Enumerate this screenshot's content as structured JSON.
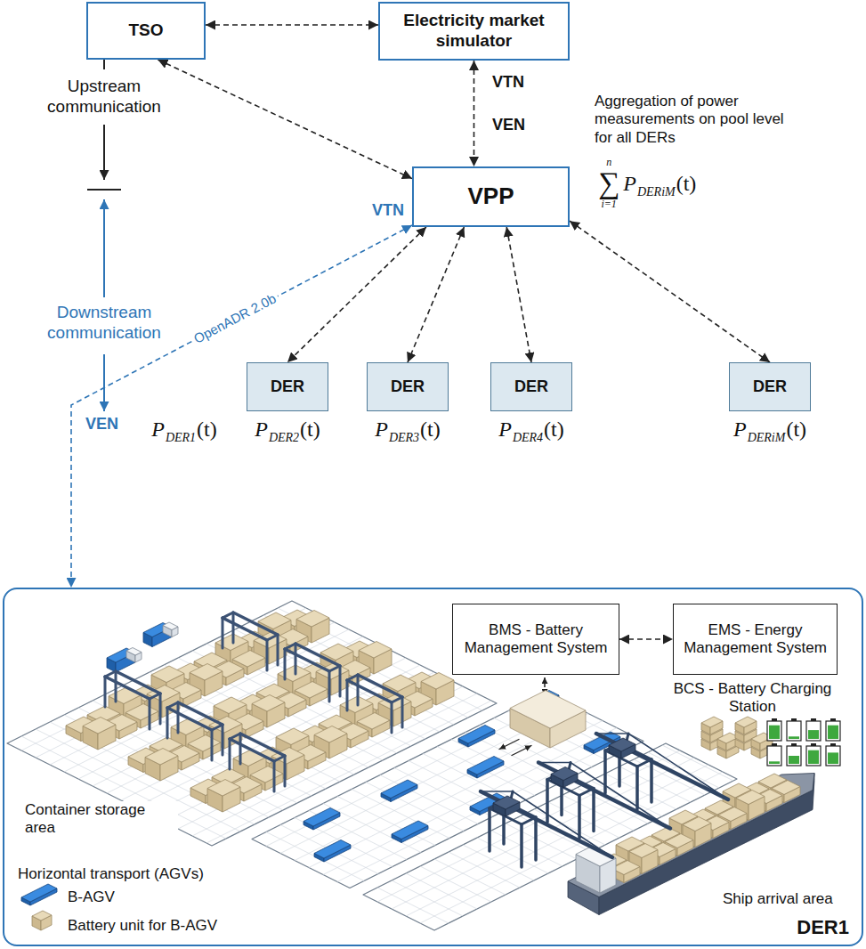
{
  "diagram": {
    "nodes": [
      {
        "text": [
          "TSO"
        ]
      },
      {
        "text": [
          "Electricity market simulator"
        ]
      },
      {
        "text": [
          "VPP"
        ]
      },
      {
        "text": [
          "DER"
        ]
      },
      {
        "text": [
          "DER"
        ]
      },
      {
        "text": [
          "DER"
        ]
      },
      {
        "text": [
          "DER"
        ]
      },
      {
        "text": [
          "DER1"
        ]
      },
      {
        "text": [
          "BMS - Battery Management System"
        ],
        "in": 7
      },
      {
        "text": [
          "EMS - Energy Management System"
        ],
        "in": 7
      }
    ],
    "edges": [
      {
        "from": 0,
        "to": 1,
        "arrow": "both"
      },
      {
        "from": 0,
        "to": 2,
        "arrow": "both"
      },
      {
        "from": 1,
        "to": 2,
        "arrow": "both"
      },
      {
        "from": 2,
        "to": 7,
        "arrow": "both",
        "label": "OpenADR 2.0b"
      },
      {
        "from": 2,
        "to": 3,
        "arrow": "both"
      },
      {
        "from": 2,
        "to": 4,
        "arrow": "both"
      },
      {
        "from": 2,
        "to": 5,
        "arrow": "both"
      },
      {
        "from": 2,
        "to": 6,
        "arrow": "both"
      },
      {
        "from": 8,
        "to": 9,
        "arrow": "both"
      }
    ],
    "labels": [
      "Upstream communication",
      "Downstream communication",
      "VTN",
      "VEN",
      "Aggregation of power measurements on pool level for all DERs",
      "n",
      "∑",
      "i=1",
      "P",
      "DERiM",
      "(t)",
      "VTN",
      "VEN",
      "P",
      "DER1",
      "(t)",
      "P",
      "DER2",
      "(t)",
      "P",
      "DER3",
      "(t)",
      "P",
      "DER4",
      "(t)",
      "P",
      "DERiM",
      "(t)",
      "BCS - Battery Charging Station",
      "Container storage area",
      "Horizontal transport (AGVs)",
      "Ship arrival area"
    ],
    "legend": [
      {
        "text": "B-AGV"
      },
      {
        "text": "Battery unit for B-AGV"
      }
    ]
  }
}
